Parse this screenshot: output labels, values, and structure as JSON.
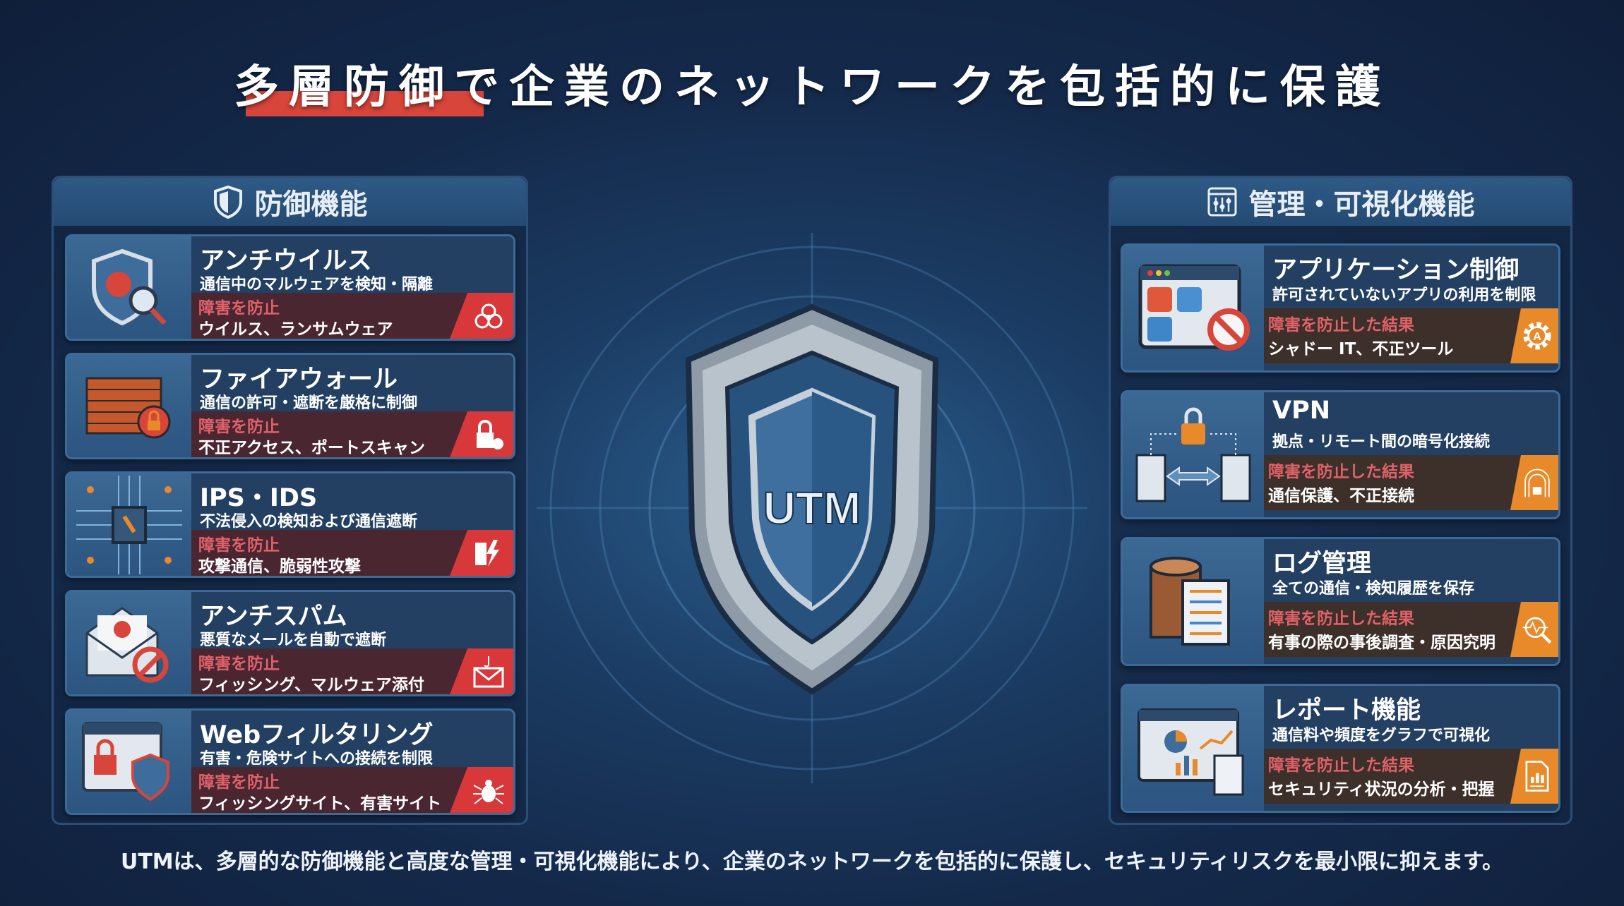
{
  "title": "多層防御で企業のネットワークを包括的に保護",
  "center_badge": "UTM",
  "left_panel": {
    "heading": "防御機能",
    "icon": "shield-icon",
    "cards": [
      {
        "name": "アンチウイルス",
        "desc": "通信中のマルウェアを検知・隔離",
        "label": "障害を防止",
        "value": "ウイルス、ランサムウェア",
        "icon": "virus-shield-icon",
        "tag_icon": "biohazard-icon"
      },
      {
        "name": "ファイアウォール",
        "desc": "通信の許可・遮断を厳格に制御",
        "label": "障害を防止",
        "value": "不正アクセス、ポートスキャン",
        "icon": "brick-wall-lock-icon",
        "tag_icon": "lock-icon"
      },
      {
        "name": "IPS・IDS",
        "desc": "不法侵入の検知および通信遮断",
        "label": "障害を防止",
        "value": "攻撃通信、脆弱性攻撃",
        "icon": "circuit-chip-icon",
        "tag_icon": "lightning-icon"
      },
      {
        "name": "アンチスパム",
        "desc": "悪質なメールを自動で遮断",
        "label": "障害を防止",
        "value": "フィッシング、マルウェア添付",
        "icon": "mail-block-icon",
        "tag_icon": "phishing-mail-icon"
      },
      {
        "name": "Webフィルタリング",
        "desc": "有害・危険サイトへの接続を制限",
        "label": "障害を防止",
        "value": "フィッシングサイト、有害サイト",
        "icon": "browser-lock-icon",
        "tag_icon": "bug-icon"
      }
    ]
  },
  "right_panel": {
    "heading": "管理・可視化機能",
    "icon": "sliders-icon",
    "cards": [
      {
        "name": "アプリケーション制御",
        "desc": "許可されていないアプリの利用を制限",
        "label": "障害を防止した結果",
        "value": "シャドー IT、不正ツール",
        "icon": "app-block-icon",
        "tag_icon": "gear-icon"
      },
      {
        "name": "VPN",
        "desc": "拠点・リモート間の暗号化接続",
        "label": "障害を防止した結果",
        "value": "通信保護、不正接続",
        "icon": "vpn-buildings-icon",
        "tag_icon": "tunnel-lock-icon"
      },
      {
        "name": "ログ管理",
        "desc": "全ての通信・検知履歴を保存",
        "label": "障害を防止した結果",
        "value": "有事の際の事後調査・原因究明",
        "icon": "log-scroll-icon",
        "tag_icon": "search-pulse-icon"
      },
      {
        "name": "レポート機能",
        "desc": "通信料や頻度をグラフで可視化",
        "label": "障害を防止した結果",
        "value": "セキュリティ状況の分析・把握",
        "icon": "report-dashboard-icon",
        "tag_icon": "report-doc-icon"
      }
    ]
  },
  "footer": "UTMは、多層的な防御機能と高度な管理・可視化機能により、企業のネットワークを包括的に保護し、セキュリティリスクを最小限に抑えます。",
  "colors": {
    "defense_accent": "#d8383a",
    "management_accent": "#e8892a",
    "title_underline": "#d8453a"
  }
}
